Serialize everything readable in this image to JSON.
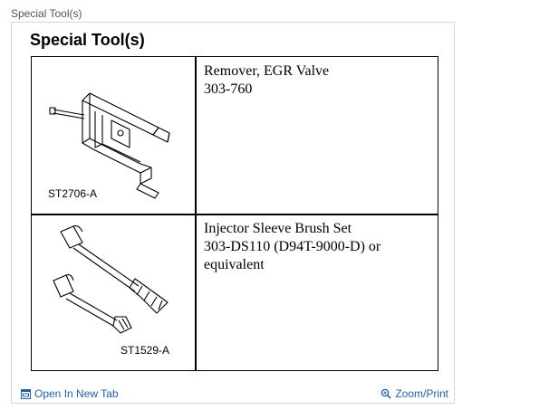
{
  "caption": "Special Tool(s)",
  "panel": {
    "title": "Special Tool(s)"
  },
  "tools": [
    {
      "image_code": "ST2706-A",
      "lines": [
        "Remover, EGR Valve",
        "303-760"
      ]
    },
    {
      "image_code": "ST1529-A",
      "lines": [
        "Injector Sleeve Brush Set",
        "303-DS110 (D94T-9000-D) or",
        "equivalent"
      ]
    }
  ],
  "footer": {
    "open_new_tab_label": "Open In New Tab",
    "open_new_tab_icon": "open-in-new-tab-icon",
    "zoom_print_label": "Zoom/Print",
    "zoom_print_icon": "zoom-icon"
  },
  "colors": {
    "link": "#1f5fa8",
    "border": "#d6d6d6"
  }
}
